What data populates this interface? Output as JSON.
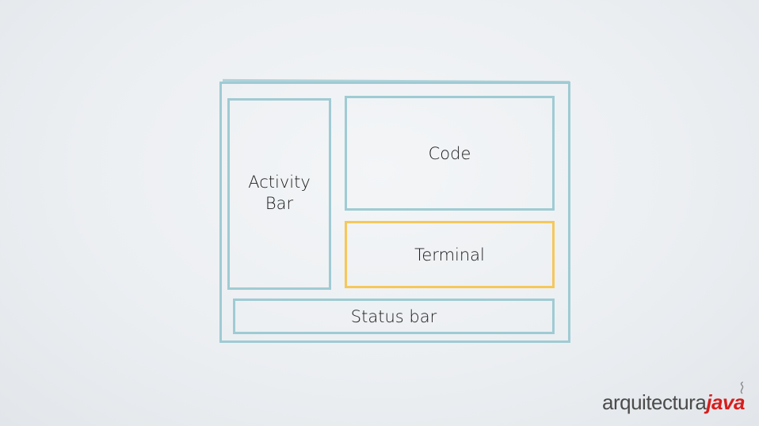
{
  "diagram": {
    "activity_bar_line1": "Activity",
    "activity_bar_line2": "Bar",
    "code": "Code",
    "terminal": "Terminal",
    "status_bar": "Status bar"
  },
  "logo": {
    "part1": "arquitectura",
    "part2": "java"
  },
  "colors": {
    "frame": "#9fcbd3",
    "highlight": "#f6c75a",
    "logo_text": "#4b4b4b",
    "logo_accent": "#d71e1e"
  }
}
